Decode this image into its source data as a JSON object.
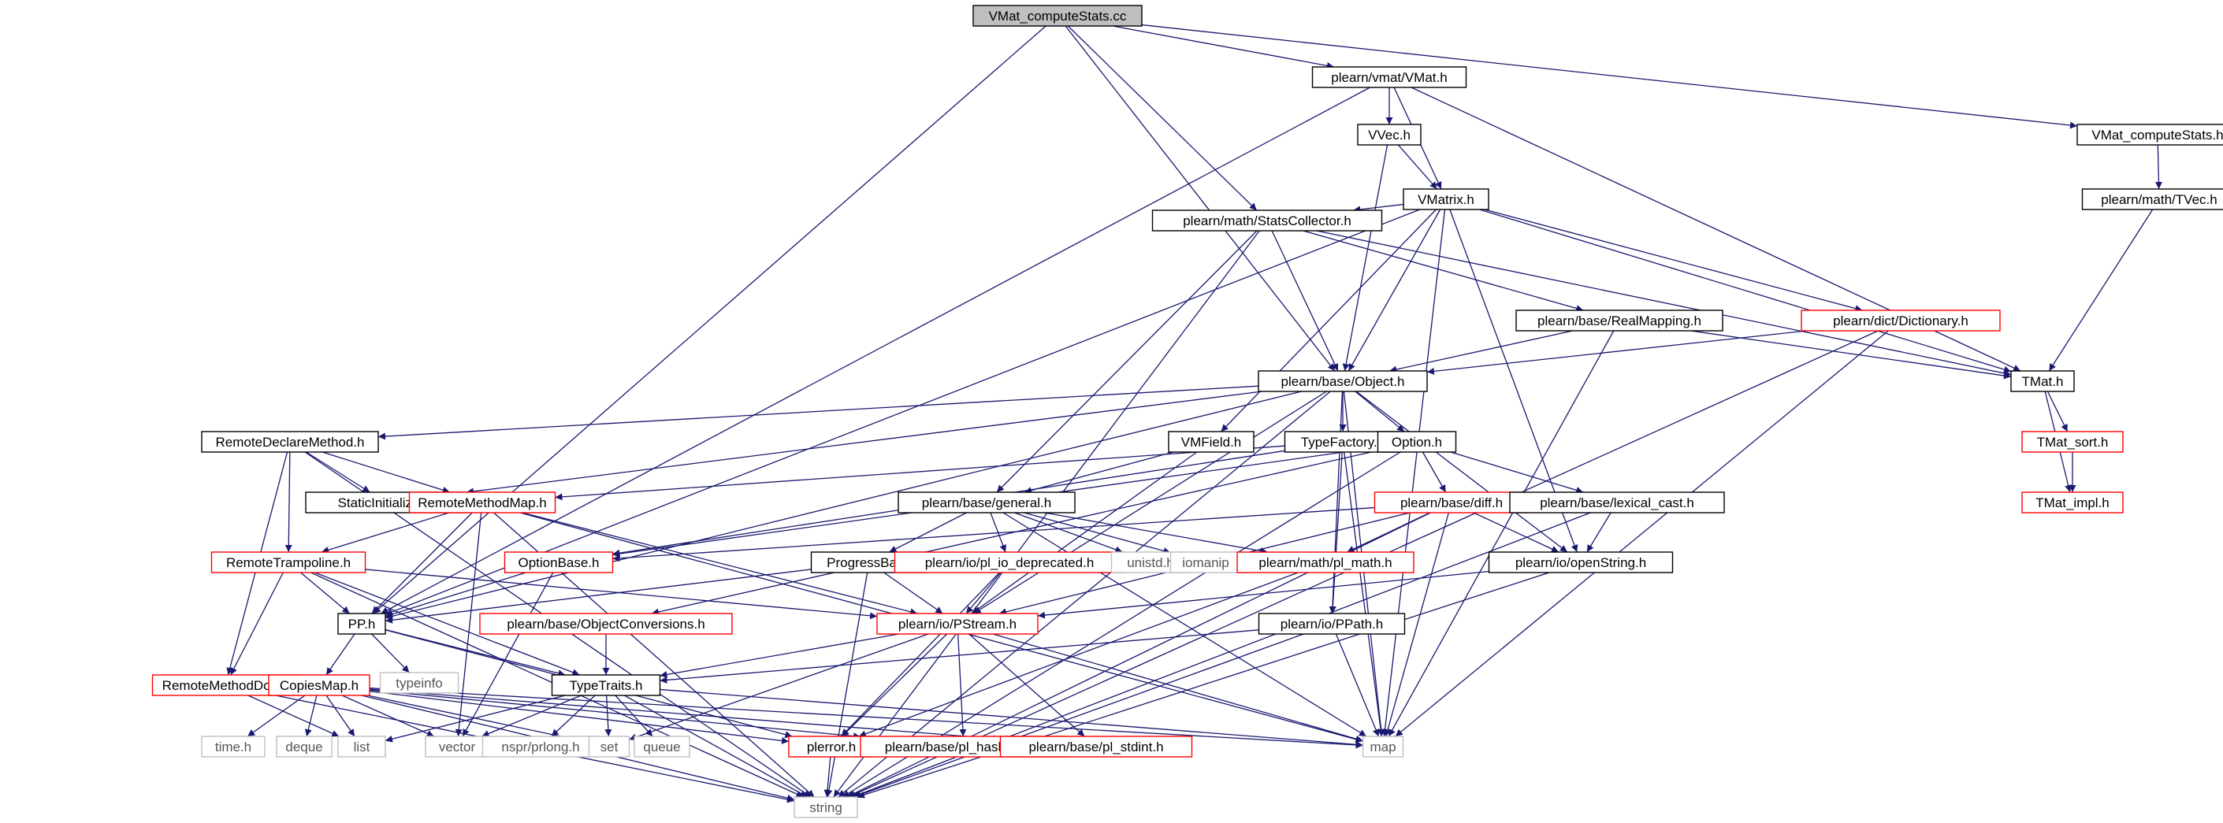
{
  "colors": {
    "edge": "#191970",
    "box_normal": "#000000",
    "box_incomplete": "#ff0000",
    "box_external": "#bfbfbf",
    "box_root_fill": "#bfbfbf",
    "background": "#ffffff"
  },
  "nodes": [
    {
      "id": "root",
      "label": "VMat_computeStats.cc",
      "kind": "root"
    },
    {
      "id": "vmat",
      "label": "plearn/vmat/VMat.h",
      "kind": "normal"
    },
    {
      "id": "vmcs",
      "label": "VMat_computeStats.h",
      "kind": "normal"
    },
    {
      "id": "vvec",
      "label": "VVec.h",
      "kind": "normal"
    },
    {
      "id": "vmatrix",
      "label": "VMatrix.h",
      "kind": "normal"
    },
    {
      "id": "tvec",
      "label": "plearn/math/TVec.h",
      "kind": "normal"
    },
    {
      "id": "stats",
      "label": "plearn/math/StatsCollector.h",
      "kind": "normal"
    },
    {
      "id": "realmap",
      "label": "plearn/base/RealMapping.h",
      "kind": "normal"
    },
    {
      "id": "dict",
      "label": "plearn/dict/Dictionary.h",
      "kind": "incomplete"
    },
    {
      "id": "object",
      "label": "plearn/base/Object.h",
      "kind": "normal"
    },
    {
      "id": "tmat",
      "label": "TMat.h",
      "kind": "normal"
    },
    {
      "id": "rdm",
      "label": "RemoteDeclareMethod.h",
      "kind": "normal"
    },
    {
      "id": "vmfield",
      "label": "VMField.h",
      "kind": "normal"
    },
    {
      "id": "typefactory",
      "label": "TypeFactory.h",
      "kind": "normal"
    },
    {
      "id": "option",
      "label": "Option.h",
      "kind": "normal"
    },
    {
      "id": "tmatsort",
      "label": "TMat_sort.h",
      "kind": "incomplete"
    },
    {
      "id": "tmatimpl",
      "label": "TMat_impl.h",
      "kind": "incomplete"
    },
    {
      "id": "staticinit",
      "label": "StaticInitializer.h",
      "kind": "normal"
    },
    {
      "id": "rmm",
      "label": "RemoteMethodMap.h",
      "kind": "incomplete"
    },
    {
      "id": "general",
      "label": "plearn/base/general.h",
      "kind": "normal"
    },
    {
      "id": "diff",
      "label": "plearn/base/diff.h",
      "kind": "incomplete"
    },
    {
      "id": "lexcast",
      "label": "plearn/base/lexical_cast.h",
      "kind": "normal"
    },
    {
      "id": "rtramp",
      "label": "RemoteTrampoline.h",
      "kind": "incomplete"
    },
    {
      "id": "optionbase",
      "label": "OptionBase.h",
      "kind": "incomplete"
    },
    {
      "id": "progress",
      "label": "ProgressBar.h",
      "kind": "normal"
    },
    {
      "id": "pliodep",
      "label": "plearn/io/pl_io_deprecated.h",
      "kind": "incomplete"
    },
    {
      "id": "unistd",
      "label": "unistd.h",
      "kind": "external"
    },
    {
      "id": "iomanip",
      "label": "iomanip",
      "kind": "external"
    },
    {
      "id": "plmath",
      "label": "plearn/math/pl_math.h",
      "kind": "incomplete"
    },
    {
      "id": "openstring",
      "label": "plearn/io/openString.h",
      "kind": "normal"
    },
    {
      "id": "pp",
      "label": "PP.h",
      "kind": "normal"
    },
    {
      "id": "objconv",
      "label": "plearn/base/ObjectConversions.h",
      "kind": "incomplete"
    },
    {
      "id": "pstream",
      "label": "plearn/io/PStream.h",
      "kind": "incomplete"
    },
    {
      "id": "ppath",
      "label": "plearn/io/PPath.h",
      "kind": "normal"
    },
    {
      "id": "typeinfo",
      "label": "typeinfo",
      "kind": "external"
    },
    {
      "id": "rmdoc",
      "label": "RemoteMethodDoc.h",
      "kind": "incomplete"
    },
    {
      "id": "copiesmap",
      "label": "CopiesMap.h",
      "kind": "incomplete"
    },
    {
      "id": "typetraits",
      "label": "TypeTraits.h",
      "kind": "normal"
    },
    {
      "id": "time",
      "label": "time.h",
      "kind": "external"
    },
    {
      "id": "deque",
      "label": "deque",
      "kind": "external"
    },
    {
      "id": "list",
      "label": "list",
      "kind": "external"
    },
    {
      "id": "vector",
      "label": "vector",
      "kind": "external"
    },
    {
      "id": "prlong",
      "label": "nspr/prlong.h",
      "kind": "external"
    },
    {
      "id": "set",
      "label": "set",
      "kind": "external"
    },
    {
      "id": "queue",
      "label": "queue",
      "kind": "external"
    },
    {
      "id": "plerror",
      "label": "plerror.h",
      "kind": "incomplete"
    },
    {
      "id": "hashfun",
      "label": "plearn/base/pl_hash_fun.h",
      "kind": "incomplete"
    },
    {
      "id": "stdint",
      "label": "plearn/base/pl_stdint.h",
      "kind": "incomplete"
    },
    {
      "id": "map",
      "label": "map",
      "kind": "external"
    },
    {
      "id": "string",
      "label": "string",
      "kind": "external"
    }
  ],
  "edges": [
    [
      "root",
      "vmat"
    ],
    [
      "root",
      "vmcs"
    ],
    [
      "root",
      "stats"
    ],
    [
      "root",
      "object"
    ],
    [
      "root",
      "pp"
    ],
    [
      "vmat",
      "vvec"
    ],
    [
      "vmat",
      "vmatrix"
    ],
    [
      "vmat",
      "tmat"
    ],
    [
      "vmat",
      "pp"
    ],
    [
      "vmcs",
      "tvec"
    ],
    [
      "tvec",
      "tmat"
    ],
    [
      "vvec",
      "vmatrix"
    ],
    [
      "vvec",
      "object"
    ],
    [
      "vmatrix",
      "stats"
    ],
    [
      "vmatrix",
      "object"
    ],
    [
      "vmatrix",
      "dict"
    ],
    [
      "vmatrix",
      "tmat"
    ],
    [
      "vmatrix",
      "vmfield"
    ],
    [
      "vmatrix",
      "map"
    ],
    [
      "vmatrix",
      "openstring"
    ],
    [
      "vmatrix",
      "pp"
    ],
    [
      "stats",
      "object"
    ],
    [
      "stats",
      "realmap"
    ],
    [
      "stats",
      "tmat"
    ],
    [
      "stats",
      "general"
    ],
    [
      "stats",
      "string"
    ],
    [
      "realmap",
      "object"
    ],
    [
      "realmap",
      "tmat"
    ],
    [
      "realmap",
      "map"
    ],
    [
      "dict",
      "object"
    ],
    [
      "dict",
      "map"
    ],
    [
      "dict",
      "string"
    ],
    [
      "tmat",
      "tmatsort"
    ],
    [
      "tmat",
      "tmatimpl"
    ],
    [
      "tmatsort",
      "tmatimpl"
    ],
    [
      "object",
      "rdm"
    ],
    [
      "object",
      "typefactory"
    ],
    [
      "object",
      "option"
    ],
    [
      "object",
      "staticinit"
    ],
    [
      "object",
      "ppath"
    ],
    [
      "object",
      "openstring"
    ],
    [
      "object",
      "pp"
    ],
    [
      "object",
      "map"
    ],
    [
      "object",
      "string"
    ],
    [
      "object",
      "pstream"
    ],
    [
      "rdm",
      "staticinit"
    ],
    [
      "rdm",
      "rmm"
    ],
    [
      "rdm",
      "rtramp"
    ],
    [
      "rdm",
      "rmdoc"
    ],
    [
      "rdm",
      "string"
    ],
    [
      "vmfield",
      "general"
    ],
    [
      "vmfield",
      "pstream"
    ],
    [
      "typefactory",
      "rmm"
    ],
    [
      "typefactory",
      "ppath"
    ],
    [
      "typefactory",
      "map"
    ],
    [
      "typefactory",
      "optionbase"
    ],
    [
      "option",
      "diff"
    ],
    [
      "option",
      "lexcast"
    ],
    [
      "option",
      "optionbase"
    ],
    [
      "option",
      "objconv"
    ],
    [
      "option",
      "string"
    ],
    [
      "rmm",
      "rtramp"
    ],
    [
      "rmm",
      "pp"
    ],
    [
      "rmm",
      "vector"
    ],
    [
      "rmm",
      "string"
    ],
    [
      "rmm",
      "map"
    ],
    [
      "rmm",
      "pstream"
    ],
    [
      "general",
      "progress"
    ],
    [
      "general",
      "pliodep"
    ],
    [
      "general",
      "unistd"
    ],
    [
      "general",
      "iomanip"
    ],
    [
      "general",
      "plmath"
    ],
    [
      "general",
      "map"
    ],
    [
      "diff",
      "optionbase"
    ],
    [
      "diff",
      "plmath"
    ],
    [
      "diff",
      "openstring"
    ],
    [
      "diff",
      "pstream"
    ],
    [
      "diff",
      "map"
    ],
    [
      "diff",
      "string"
    ],
    [
      "lexcast",
      "openstring"
    ],
    [
      "lexcast",
      "string"
    ],
    [
      "rtramp",
      "pp"
    ],
    [
      "rtramp",
      "typetraits"
    ],
    [
      "rtramp",
      "rmdoc"
    ],
    [
      "rtramp",
      "pstream"
    ],
    [
      "rtramp",
      "string"
    ],
    [
      "optionbase",
      "pp"
    ],
    [
      "optionbase",
      "vector"
    ],
    [
      "progress",
      "pp"
    ],
    [
      "progress",
      "pstream"
    ],
    [
      "progress",
      "string"
    ],
    [
      "pliodep",
      "pstream"
    ],
    [
      "pliodep",
      "plerror"
    ],
    [
      "plmath",
      "plerror"
    ],
    [
      "openstring",
      "pstream"
    ],
    [
      "openstring",
      "string"
    ],
    [
      "pp",
      "copiesmap"
    ],
    [
      "pp",
      "typetraits"
    ],
    [
      "pp",
      "typeinfo"
    ],
    [
      "pp",
      "plerror"
    ],
    [
      "objconv",
      "typetraits"
    ],
    [
      "pstream",
      "typetraits"
    ],
    [
      "pstream",
      "plerror"
    ],
    [
      "pstream",
      "hashfun"
    ],
    [
      "pstream",
      "stdint"
    ],
    [
      "pstream",
      "map"
    ],
    [
      "pstream",
      "set"
    ],
    [
      "ppath",
      "typetraits"
    ],
    [
      "ppath",
      "map"
    ],
    [
      "ppath",
      "string"
    ],
    [
      "rmdoc",
      "list"
    ],
    [
      "rmdoc",
      "string"
    ],
    [
      "copiesmap",
      "time"
    ],
    [
      "copiesmap",
      "deque"
    ],
    [
      "copiesmap",
      "list"
    ],
    [
      "copiesmap",
      "vector"
    ],
    [
      "copiesmap",
      "set"
    ],
    [
      "copiesmap",
      "map"
    ],
    [
      "copiesmap",
      "string"
    ],
    [
      "copiesmap",
      "hashfun"
    ],
    [
      "copiesmap",
      "plerror"
    ],
    [
      "copiesmap",
      "stdint"
    ],
    [
      "typetraits",
      "list"
    ],
    [
      "typetraits",
      "vector"
    ],
    [
      "typetraits",
      "prlong"
    ],
    [
      "typetraits",
      "set"
    ],
    [
      "typetraits",
      "queue"
    ],
    [
      "typetraits",
      "map"
    ],
    [
      "typetraits",
      "string"
    ],
    [
      "plerror",
      "string"
    ]
  ]
}
